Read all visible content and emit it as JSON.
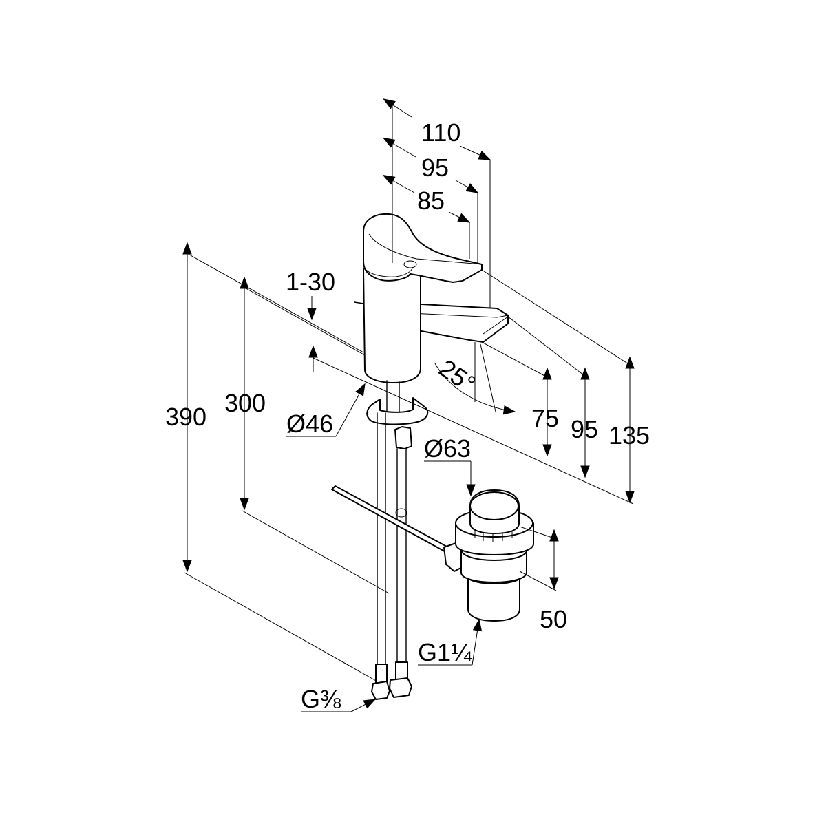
{
  "dimensions": {
    "width_110": "110",
    "width_95": "95",
    "width_85": "85",
    "range_1_30": "1-30",
    "height_390": "390",
    "height_300": "300",
    "diameter_46": "Ø46",
    "angle_25": "25°",
    "height_75": "75",
    "height_95": "95",
    "height_135": "135",
    "diameter_63": "Ø63",
    "height_50": "50",
    "thread_g1_1_4": "G1¼",
    "thread_g3_8": "G⅜"
  }
}
